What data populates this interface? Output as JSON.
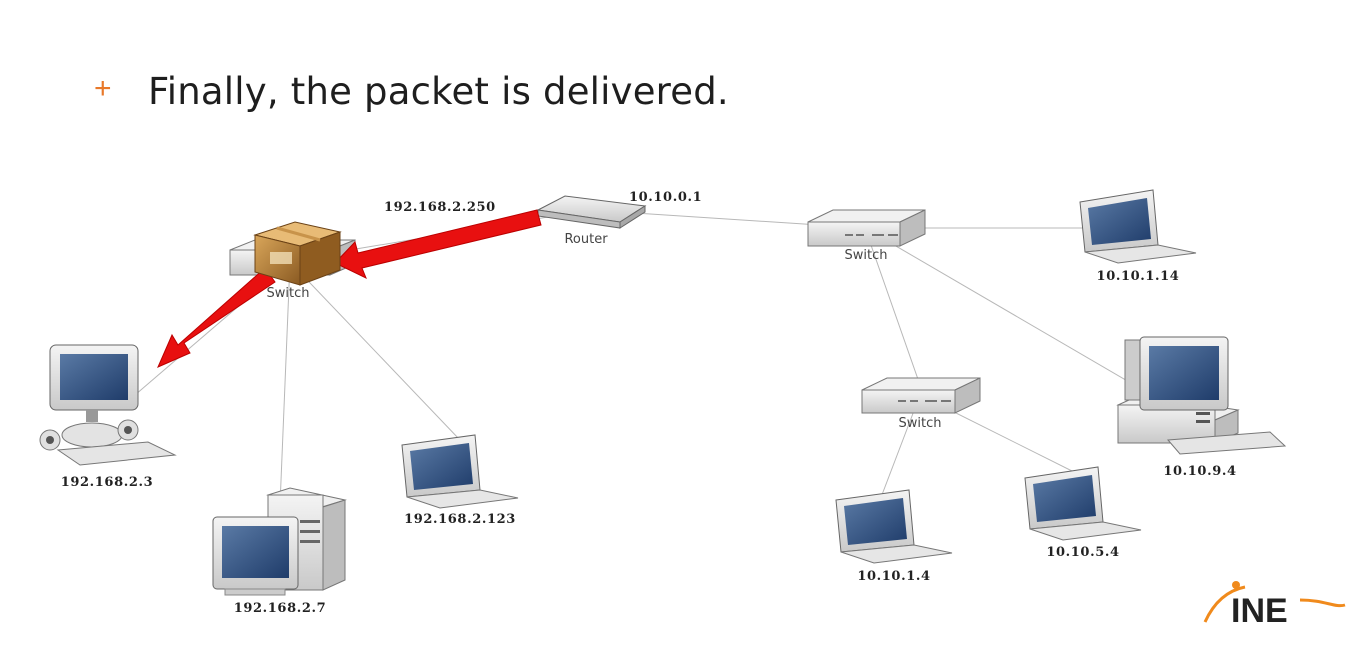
{
  "slide": {
    "bullet": "+",
    "text": "Finally, the packet is delivered."
  },
  "devices": {
    "router": {
      "name": "Router",
      "ip_left": "192.168.2.250",
      "ip_right": "10.10.0.1"
    },
    "switch_left": {
      "name": "Switch"
    },
    "switch_right_top": {
      "name": "Switch"
    },
    "switch_right_mid": {
      "name": "Switch"
    },
    "host_desktop_cam": {
      "ip": "192.168.2.3"
    },
    "host_tower": {
      "ip": "192.168.2.7"
    },
    "host_laptop_left": {
      "ip": "192.168.2.123"
    },
    "host_laptop_top_right": {
      "ip": "10.10.1.14"
    },
    "host_server": {
      "ip": "10.10.9.4"
    },
    "host_laptop_104": {
      "ip": "10.10.1.4"
    },
    "host_laptop_1054": {
      "ip": "10.10.5.4"
    }
  },
  "logo": {
    "text": "INE"
  },
  "colors": {
    "arrow": "#e81010",
    "bullet": "#e8792a",
    "logo_orange": "#f08a1c",
    "logo_text": "#222222"
  }
}
